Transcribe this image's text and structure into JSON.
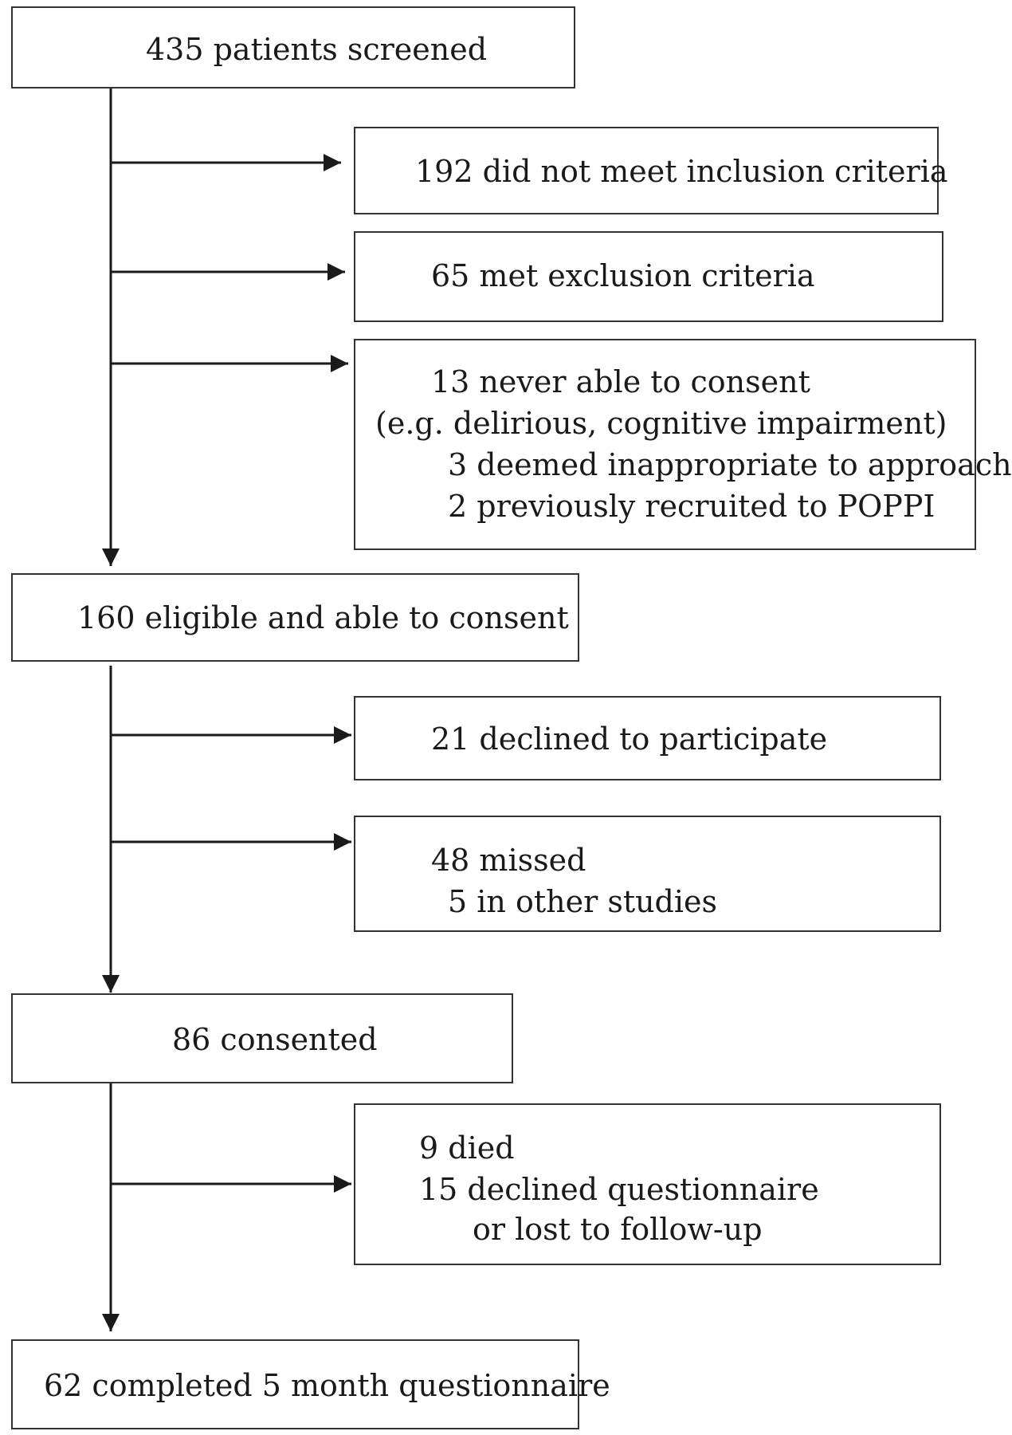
{
  "main_boxes": {
    "screened": "435 patients screened",
    "eligible": "160 eligible and able to consent",
    "consented": "86 consented",
    "completed": "62 completed 5 month questionnaire"
  },
  "exclusions_1": {
    "inclusion": "192 did not meet inclusion criteria",
    "exclusion": "65 met exclusion criteria",
    "consent_lines": [
      "13 never able to consent",
      "(e.g. delirious, cognitive impairment)",
      "3 deemed inappropriate to approach",
      "2 previously recruited to POPPI"
    ]
  },
  "exclusions_2": {
    "declined": "21 declined to participate",
    "missed_lines": [
      "48 missed",
      "5 in other studies"
    ]
  },
  "exclusions_3": {
    "lines": [
      "9 died",
      "15 declined questionnaire",
      "or lost to follow-up"
    ]
  }
}
